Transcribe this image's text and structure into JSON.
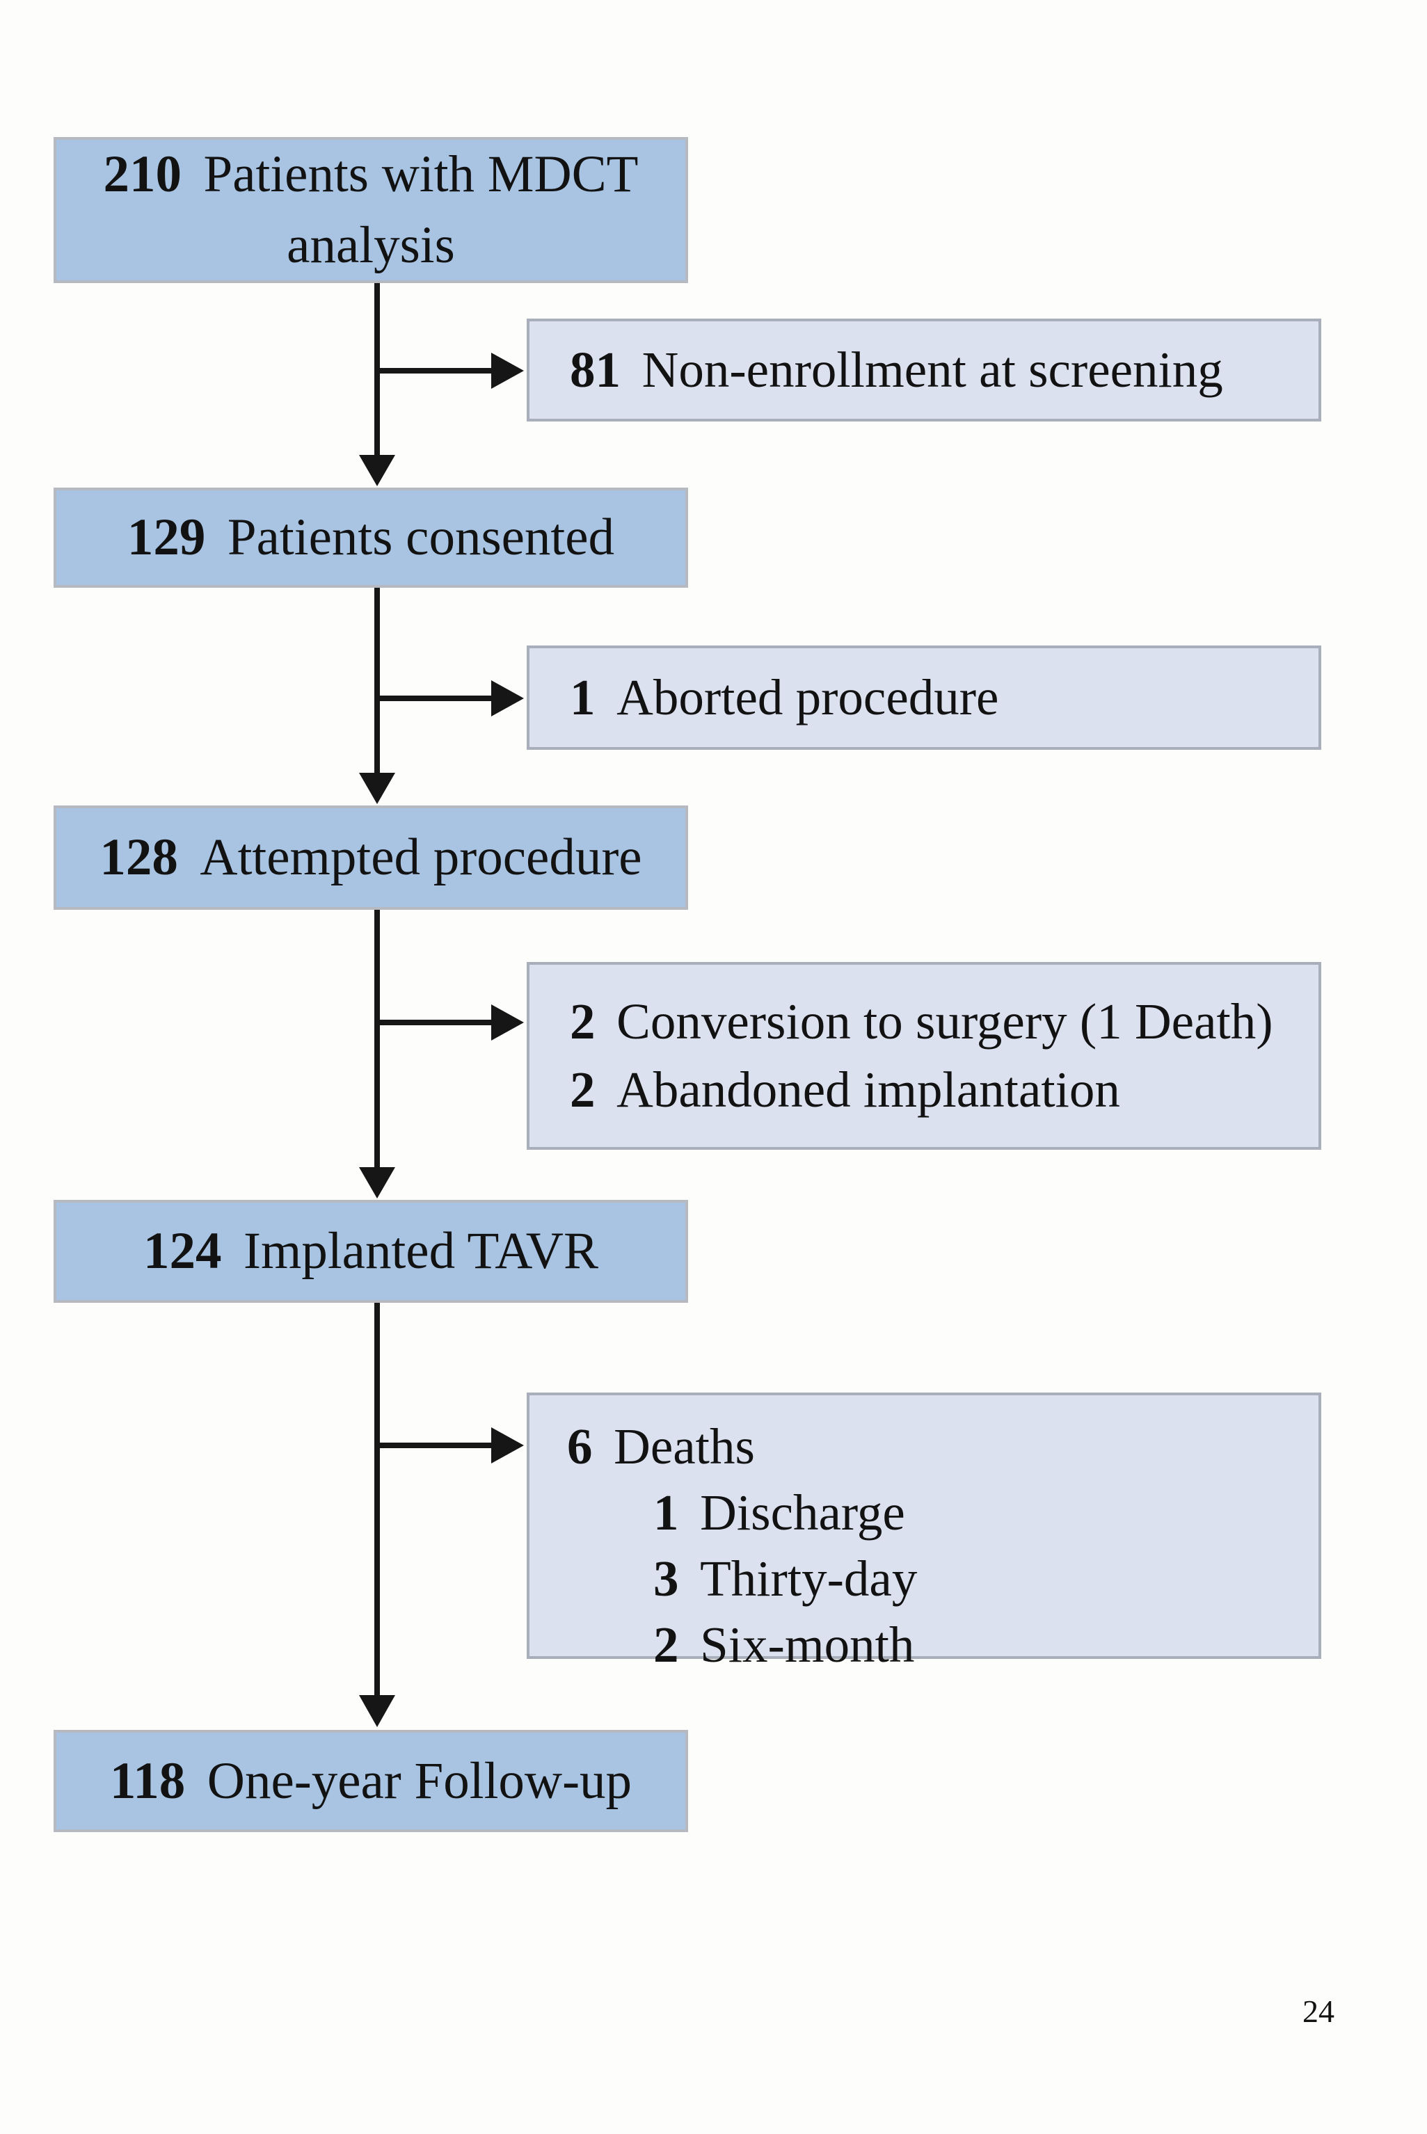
{
  "page_number": "24",
  "colors": {
    "page_bg": "#fdfdfc",
    "main_box_fill": "#a8c4e2",
    "main_box_border": "#b6bac0",
    "side_box_fill": "#dce1ef",
    "side_box_border": "#a9afba",
    "arrow_color": "#161616",
    "text_color": "#121212"
  },
  "flowchart": {
    "main_boxes": [
      {
        "count": "210",
        "label_lines": [
          "Patients with MDCT",
          "analysis"
        ]
      },
      {
        "count": "129",
        "label_lines": [
          "Patients consented"
        ]
      },
      {
        "count": "128",
        "label_lines": [
          "Attempted procedure"
        ]
      },
      {
        "count": "124",
        "label_lines": [
          "Implanted TAVR"
        ]
      },
      {
        "count": "118",
        "label_lines": [
          "One-year Follow-up"
        ]
      }
    ],
    "side_boxes": [
      {
        "lines": [
          {
            "count": "81",
            "label": "Non-enrollment at screening"
          }
        ]
      },
      {
        "lines": [
          {
            "count": "1",
            "label": "Aborted procedure"
          }
        ]
      },
      {
        "lines": [
          {
            "count": "2",
            "label": "Conversion to surgery (1 Death)"
          },
          {
            "count": "2",
            "label": "Abandoned implantation"
          }
        ]
      },
      {
        "lines": [
          {
            "count": "6",
            "label": "Deaths"
          },
          {
            "count": "1",
            "label": "Discharge"
          },
          {
            "count": "3",
            "label": "Thirty-day"
          },
          {
            "count": "2",
            "label": "Six-month"
          }
        ]
      }
    ]
  }
}
